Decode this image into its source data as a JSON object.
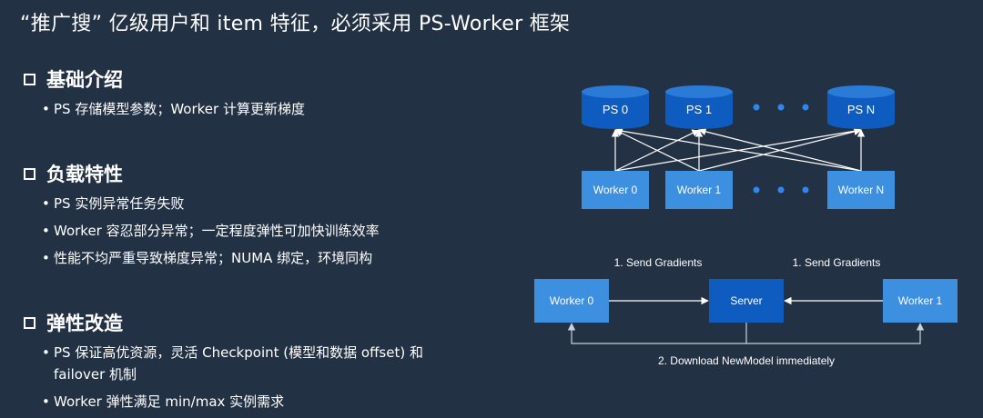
{
  "title": "“推广搜” 亿级用户和 item 特征，必须采用 PS-Worker 框架",
  "sections": [
    {
      "heading": "基础介绍",
      "bullets": [
        "PS 存储模型参数；Worker 计算更新梯度"
      ]
    },
    {
      "heading": "负载特性",
      "bullets": [
        "PS 实例异常任务失败",
        "Worker 容忍部分异常；一定程度弹性可加快训练效率",
        "性能不均严重导致梯度异常；NUMA 绑定，环境同构"
      ]
    },
    {
      "heading": "弹性改造",
      "bullets": [
        "PS 保证高优资源，灵活 Checkpoint (模型和数据 offset) 和",
        "failover 机制",
        "Worker 弹性满足 min/max 实例需求"
      ]
    }
  ],
  "diagram_top": {
    "ps_nodes": [
      "PS 0",
      "PS 1",
      "PS N"
    ],
    "worker_nodes": [
      "Worker 0",
      "Worker 1",
      "Worker N"
    ]
  },
  "diagram_bottom": {
    "left_worker": "Worker 0",
    "server": "Server",
    "right_worker": "Worker 1",
    "send_left": "1. Send Gradients",
    "send_right": "1. Send Gradients",
    "download": "2. Download NewModel immediately"
  },
  "colors": {
    "background": "#233144",
    "node_dark": "#0e5cc0",
    "node_light": "#3d8fe0"
  }
}
